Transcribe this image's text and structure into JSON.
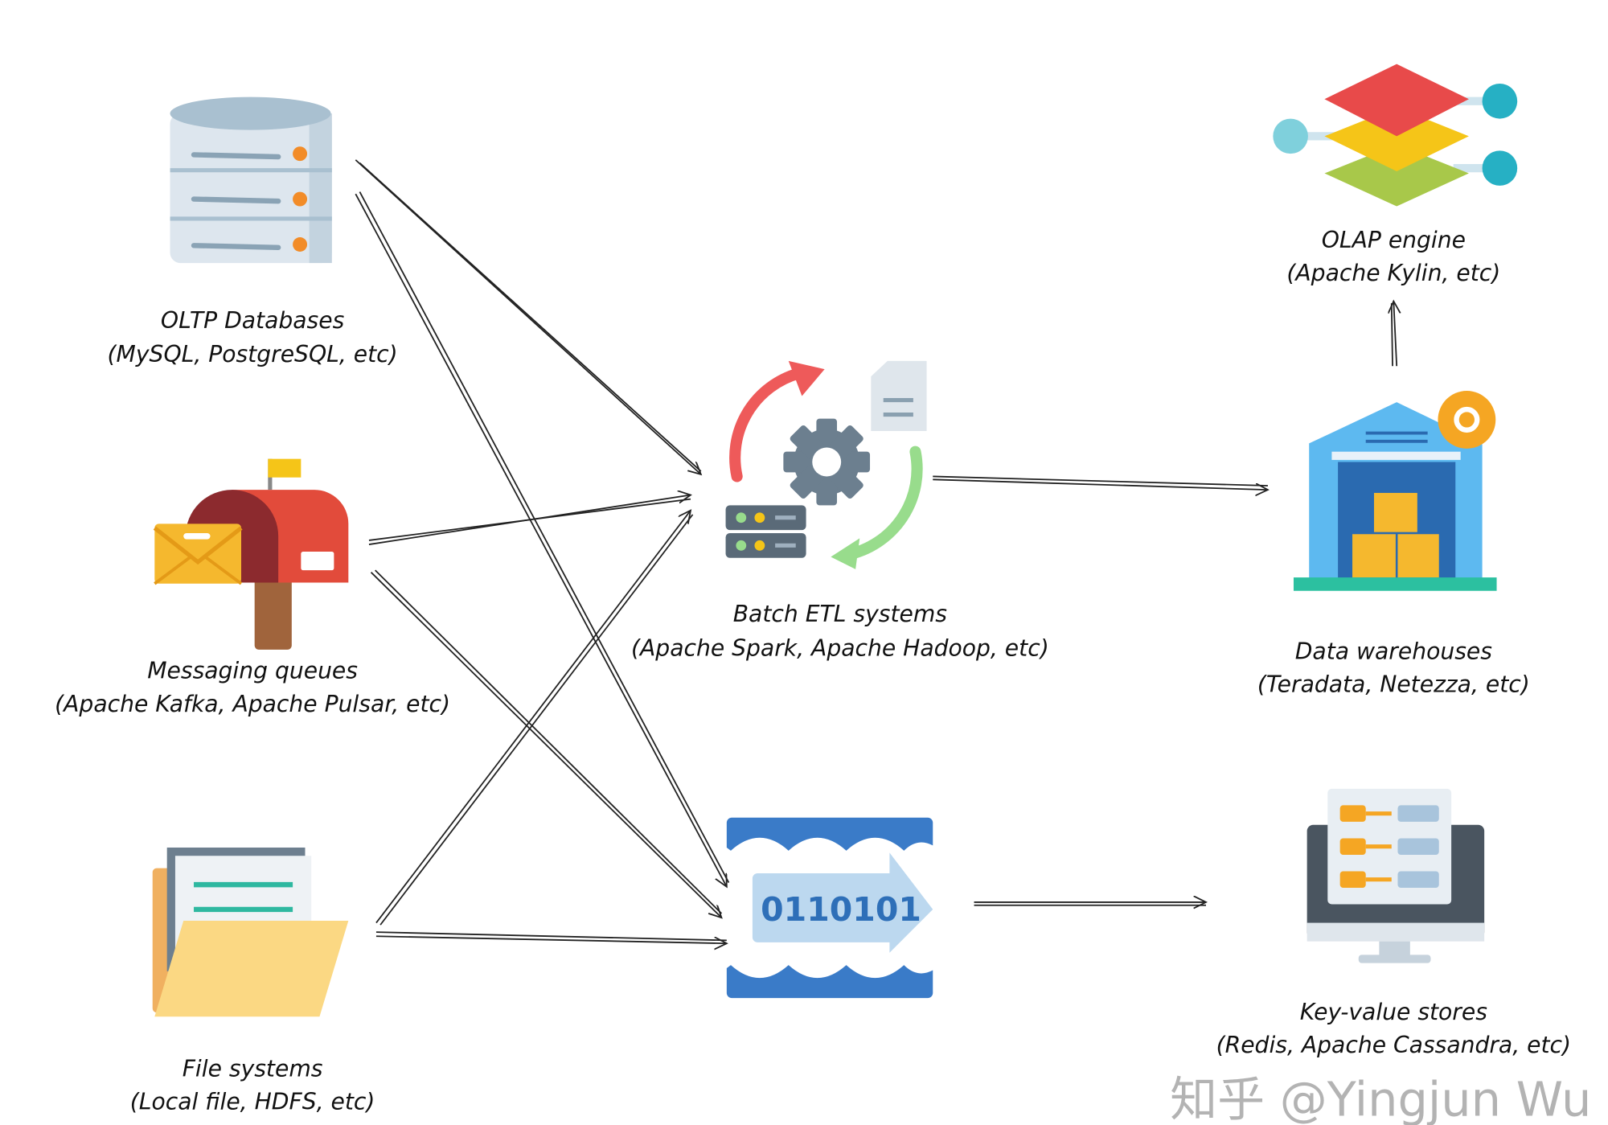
{
  "sources": [
    {
      "name": "OLTP Databases",
      "detail": "(MySQL, PostgreSQL, etc)",
      "icon": "database-icon"
    },
    {
      "name": "Messaging queues",
      "detail": "(Apache Kafka, Apache Pulsar, etc)",
      "icon": "mailbox-icon"
    },
    {
      "name": "File systems",
      "detail": "(Local file, HDFS, etc)",
      "icon": "folder-icon"
    }
  ],
  "processors": [
    {
      "name": "Batch ETL systems",
      "detail": "(Apache Spark, Apache Hadoop, etc)",
      "icon": "etl-gear-icon"
    },
    {
      "name": "",
      "detail": "",
      "icon": "stream-icon",
      "binary_text": "0110101"
    }
  ],
  "sinks": [
    {
      "name": "Data warehouses",
      "detail": "(Teradata, Netezza, etc)",
      "icon": "warehouse-icon"
    },
    {
      "name": "OLAP engine",
      "detail": "(Apache Kylin, etc)",
      "icon": "olap-cube-icon"
    },
    {
      "name": "Key-value stores",
      "detail": "(Redis, Apache Cassandra, etc)",
      "icon": "key-value-monitor-icon"
    }
  ],
  "edges": [
    [
      "OLTP Databases",
      "Batch ETL systems"
    ],
    [
      "OLTP Databases",
      "stream"
    ],
    [
      "Messaging queues",
      "Batch ETL systems"
    ],
    [
      "Messaging queues",
      "stream"
    ],
    [
      "File systems",
      "Batch ETL systems"
    ],
    [
      "File systems",
      "stream"
    ],
    [
      "Batch ETL systems",
      "Data warehouses"
    ],
    [
      "stream",
      "Key-value stores"
    ],
    [
      "Data warehouses",
      "OLAP engine"
    ]
  ],
  "watermark": "知乎 @Yingjun Wu",
  "colors": {
    "stream_blue": "#3a7bc8",
    "stream_light": "#bcd8ef",
    "olap_red": "#e84a4a",
    "olap_yellow": "#f5c518",
    "olap_green": "#a8c84a",
    "teal": "#26b0c4"
  }
}
